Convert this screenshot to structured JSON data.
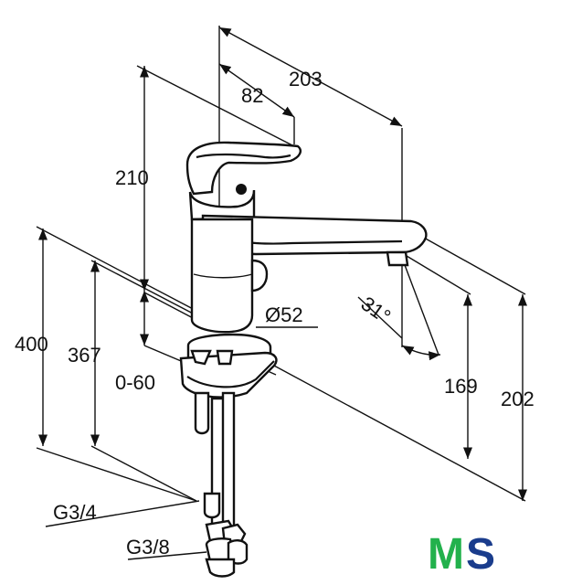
{
  "dimensions": {
    "d203": "203",
    "d82": "82",
    "d210": "210",
    "d400": "400",
    "d367": "367",
    "d0_60": "0-60",
    "d52": "Ø52",
    "d31": "31°",
    "d169": "169",
    "d202": "202",
    "g34": "G3/4",
    "g38": "G3/8"
  },
  "logo": {
    "text": "MS",
    "m_color": "#22b14c",
    "s_color": "#1a3c8c"
  }
}
